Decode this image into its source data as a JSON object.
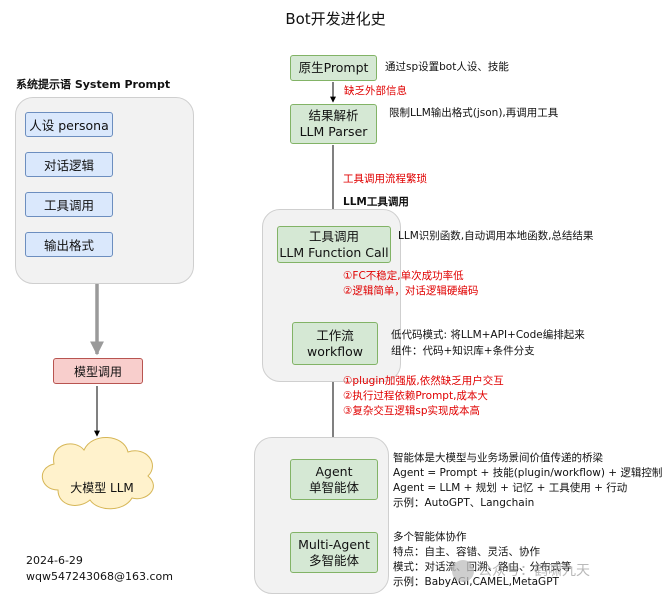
{
  "title": "Bot开发进化史",
  "system_prompt": {
    "heading": "系统提示语 System Prompt",
    "items": [
      "人设 persona",
      "对话逻辑",
      "工具调用",
      "输出格式"
    ]
  },
  "model_call": "模型调用",
  "cloud": "大模型 LLM",
  "date": "2024-6-29",
  "email": "wqw547243068@163.com",
  "stages": {
    "prompt": {
      "title": "原生Prompt",
      "desc": [
        "通过sp设置bot人设、技能"
      ]
    },
    "parser": {
      "title": "结果解析",
      "subtitle": "LLM Parser",
      "desc": [
        "限制LLM输出格式(json),再调用工具"
      ]
    },
    "function_call": {
      "title": "工具调用",
      "subtitle": "LLM Function Call",
      "desc": [
        "LLM识别函数,自动调用本地函数,总结结果"
      ]
    },
    "workflow": {
      "title": "工作流",
      "subtitle": "workflow",
      "desc": [
        "低代码模式: 将LLM+API+Code编排起来",
        "组件：代码+知识库+条件分支"
      ]
    },
    "agent": {
      "title": "Agent",
      "subtitle": "单智能体",
      "desc": [
        "智能体是大模型与业务场景间价值传递的桥梁",
        "Agent = Prompt + 技能(plugin/workflow) + 逻辑控制",
        "Agent = LLM + 规划 + 记忆 + 工具使用 + 行动",
        "示例：AutoGPT、Langchain"
      ]
    },
    "multi_agent": {
      "title": "Multi-Agent",
      "subtitle": "多智能体",
      "desc": [
        "多个智能体协作",
        "特点：自主、容错、灵活、协作",
        "模式：对话流、回溯、路由、分布式等",
        "示例：BabyAGI,CAMEL,MetaGPT"
      ]
    }
  },
  "issues": {
    "lack_info": "缺乏外部信息",
    "tool_flow": "工具调用流程繁琐",
    "fc": [
      "①FC不稳定,单次成功率低",
      "②逻辑简单，对话逻辑硬编码"
    ],
    "workflow": [
      "①plugin加强版,依然缺乏用户交互",
      "②执行过程依赖Prompt,成本大",
      "③复杂交互逻辑sp实现成本高"
    ]
  },
  "llm_tool_label": "LLM工具调用",
  "watermark": "公众号：鹤啸九天",
  "colors": {
    "blue_fill": "#dae8fc",
    "green_fill": "#d5e8d4",
    "red_fill": "#f8cecc",
    "issue_text": "#e00000"
  }
}
